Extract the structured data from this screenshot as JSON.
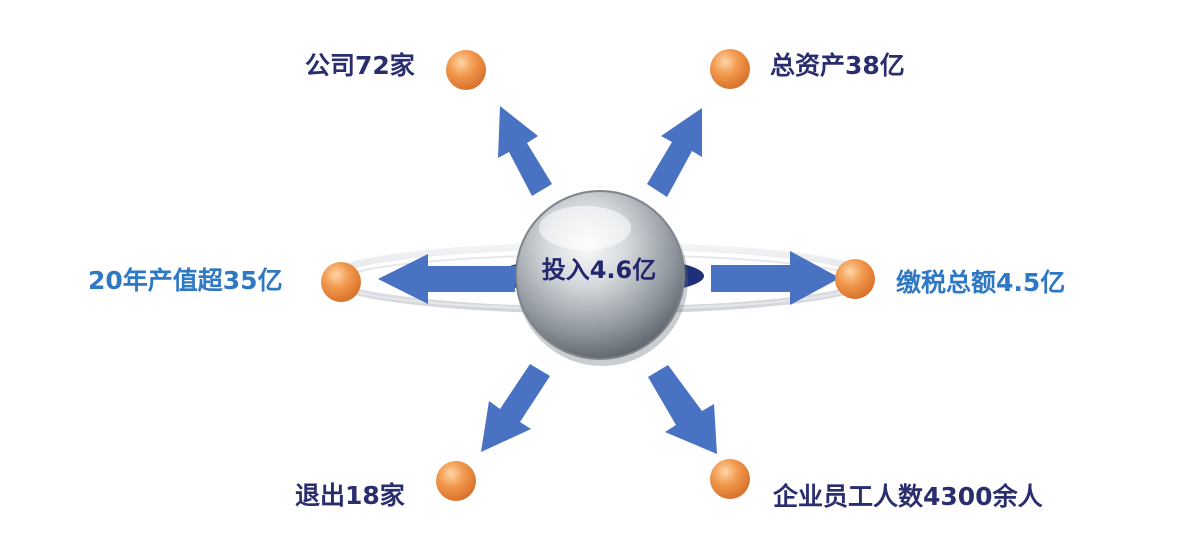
{
  "center": {
    "label": "投入4.6亿"
  },
  "nodes": [
    {
      "id": "companies",
      "label": "公司72家"
    },
    {
      "id": "total-assets",
      "label": "总资产38亿"
    },
    {
      "id": "output-value",
      "label": "20年产值超35亿"
    },
    {
      "id": "tax-paid",
      "label": "缴税总额4.5亿"
    },
    {
      "id": "exited",
      "label": "退出18家"
    },
    {
      "id": "employees",
      "label": "企业员工人数4300余人"
    }
  ],
  "colors": {
    "arrow": "#4a72c2",
    "node": "#ee8a3c",
    "label_dark": "#2a2d6e",
    "label_blue": "#2f78c4",
    "sphere": "#8e959c"
  }
}
